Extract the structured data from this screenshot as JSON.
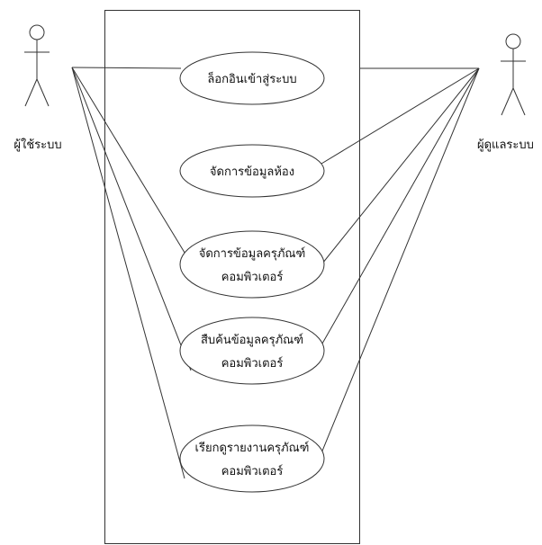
{
  "actors": {
    "user": {
      "name": "ผู้ใช้ระบบ",
      "icon": "stick-figure-icon"
    },
    "admin": {
      "name": "ผู้ดูแลระบบ",
      "icon": "stick-figure-icon"
    }
  },
  "use_cases": [
    {
      "id": "login",
      "lines": [
        "ล็อกอินเข้าสู่ระบบ"
      ],
      "actors": [
        "user",
        "admin"
      ]
    },
    {
      "id": "manage-room",
      "lines": [
        "จัดการข้อมูลห้อง"
      ],
      "actors": [
        "admin"
      ]
    },
    {
      "id": "manage-equipment",
      "lines": [
        "จัดการข้อมูลครุภัณฑ์",
        "คอมพิวเตอร์"
      ],
      "actors": [
        "user",
        "admin"
      ]
    },
    {
      "id": "search-equipment",
      "lines": [
        "สืบค้นข้อมูลครุภัณฑ์",
        "คอมพิวเตอร์"
      ],
      "actors": [
        "user",
        "admin"
      ]
    },
    {
      "id": "report-equipment",
      "lines": [
        "เรียกดูรายงานครุภัณฑ์",
        "คอมพิวเตอร์"
      ],
      "actors": [
        "user",
        "admin"
      ]
    }
  ],
  "colors": {
    "stroke": "#333333",
    "fill": "#ffffff",
    "text": "#111111"
  }
}
